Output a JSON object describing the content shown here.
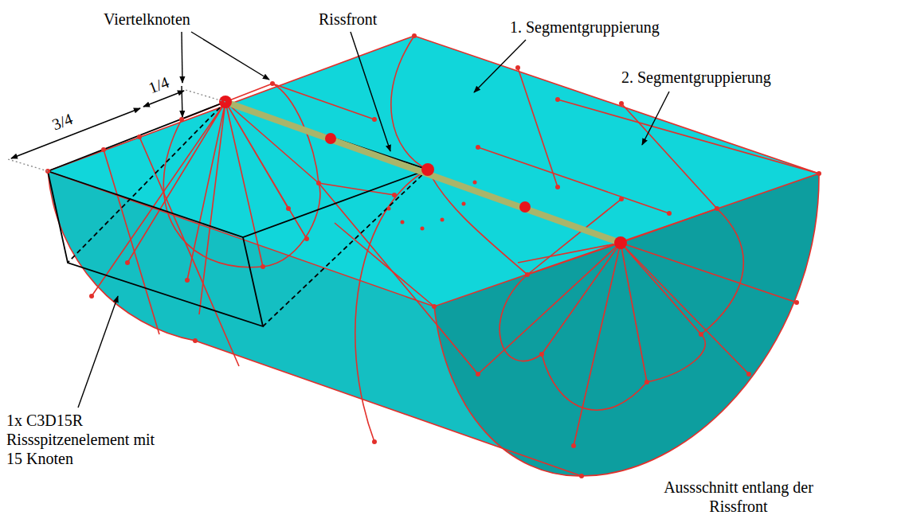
{
  "diagram": {
    "labels": [
      "Viertelknoten",
      "Rissfront",
      "1. Segmentgruppierung",
      "2. Segmentgruppierung",
      "3/4",
      "1/4",
      "1x C3D15R Rissspitzenelement mit 15 Knoten",
      "Aussschnitt entlang der Rissfront"
    ]
  }
}
